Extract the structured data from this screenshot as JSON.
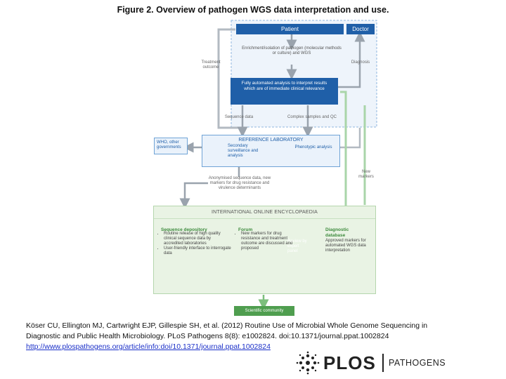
{
  "figure": {
    "title": "Figure 2. Overview of pathogen WGS data interpretation and use."
  },
  "diagram": {
    "patient": "Patient",
    "doctor": "Doctor",
    "enrichment": "Enrichment/isolation of pathogen (molecular methods or culture) and WGS",
    "automated": "Fully automated analysis to interpret results which are of immediate clinical relevance",
    "treatment": "Treatment outcome",
    "diagnosis": "Diagnosis",
    "sequence_data": "Sequence data",
    "complex_samples": "Complex samples and QC",
    "ref_lab_title": "REFERENCE LABORATORY",
    "secondary": "Secondary surveillance and analysis",
    "phenotypic": "Phenotypic analysis",
    "who": "WHO, other governments",
    "anonymised": "Anonymised sequence data, new markers for drug resistance and virulence determinants",
    "new_markers": "New markers",
    "encyclopaedia_title": "INTERNATIONAL ONLINE ENCYCLOPAEDIA",
    "seq_repo": {
      "title": "Sequence depository",
      "b1": "Routine release of high quality clinical sequence data by accredited laboratories",
      "b2": "User-friendly interface to interrogate data"
    },
    "forum": {
      "title": "Forum",
      "b1": "New markers for drug resistance and treatment outcome are discussed and proposed"
    },
    "review": "Review by expert panel",
    "diag_db": {
      "title": "Diagnostic database",
      "text": "Approved markers for automated WGS data interpretation"
    },
    "scientific": "Scientific community"
  },
  "citation": {
    "line1": "Köser CU, Ellington MJ, Cartwright EJP, Gillespie SH, et al. (2012) Routine Use of Microbial Whole Genome Sequencing in",
    "line2": "Diagnostic and Public Health Microbiology. PLoS Pathogens 8(8): e1002824. doi:10.1371/journal.ppat.1002824",
    "link": "http://www.plospathogens.org/article/info:doi/10.1371/journal.ppat.1002824"
  },
  "logo": {
    "brand": "PLOS",
    "journal": "PATHOGENS"
  },
  "colors": {
    "dark_blue": "#1f5fa8",
    "light_blue_border": "#6fa3d6",
    "light_blue_fill": "#eaf2fb",
    "grey_arrow": "#9aa3ad",
    "green": "#5fae5f",
    "green_fill": "#e9f3e4"
  }
}
